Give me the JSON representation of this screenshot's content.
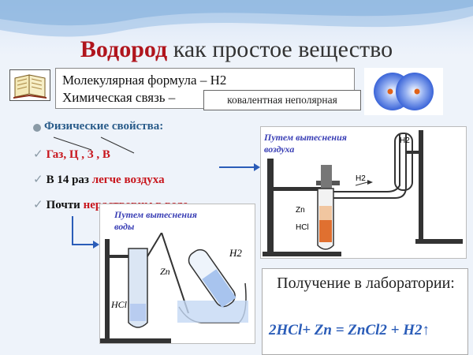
{
  "title": {
    "bold": "Водород",
    "rest": " как простое вещество"
  },
  "info": {
    "formula_line": "Молекулярная формула – Н2",
    "bond_line": "Химическая связь –",
    "bond_type": "ковалентная неполярная"
  },
  "properties": {
    "header": "Физические свойства:",
    "item1": "Газ, Ц , З , В",
    "item2_prefix": "В 14 раз ",
    "item2_red": "легче воздуха",
    "item3_prefix": "Почти ",
    "item3_red": "нерастворим в воде"
  },
  "panels": {
    "air": {
      "label": "Путем вытеснения воздуха",
      "label_h2": "H2",
      "label_h2_tube": "H2",
      "zn": "Zn",
      "hcl": "HCl"
    },
    "water": {
      "label": "Путем вытеснения воды",
      "zn": "Zn",
      "hcl": "HCl",
      "h2": "H2"
    }
  },
  "lab": {
    "title": "Получение в лаборатории:",
    "equation": "2HCl+ Zn = ZnCl2 + H2↑"
  },
  "colors": {
    "accent_red": "#c8161d",
    "accent_blue": "#2a5cb8",
    "label_blue": "#3a3fb5"
  }
}
